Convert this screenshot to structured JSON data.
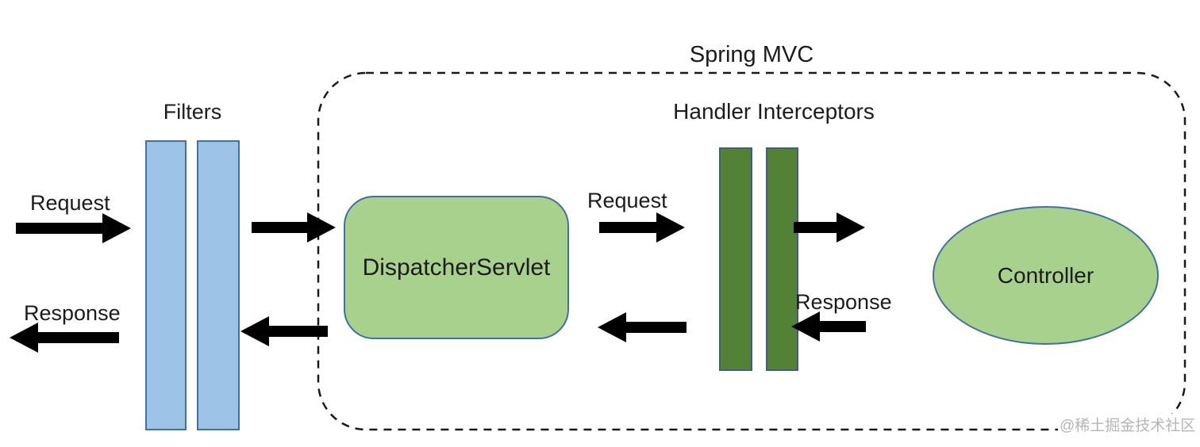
{
  "diagram": {
    "title": "Spring MVC",
    "client": {
      "request_label": "Request",
      "response_label": "Response"
    },
    "filters": {
      "label": "Filters",
      "bar_count": 2
    },
    "dispatcher": {
      "label": "DispatcherServlet"
    },
    "interceptors": {
      "label": "Handler Interceptors",
      "bar_count": 2,
      "request_label": "Request",
      "response_label": "Response"
    },
    "controller": {
      "label": "Controller"
    },
    "watermark": "@稀土掘金技术社区",
    "colors": {
      "filter_bar_fill": "#9dc3e6",
      "interceptor_bar_fill": "#538135",
      "node_fill": "#a9d18e",
      "node_border": "#41719c",
      "arrow": "#000000",
      "boundary_dash": "#1a1a1a",
      "watermark_text": "#b5b5b5"
    }
  }
}
